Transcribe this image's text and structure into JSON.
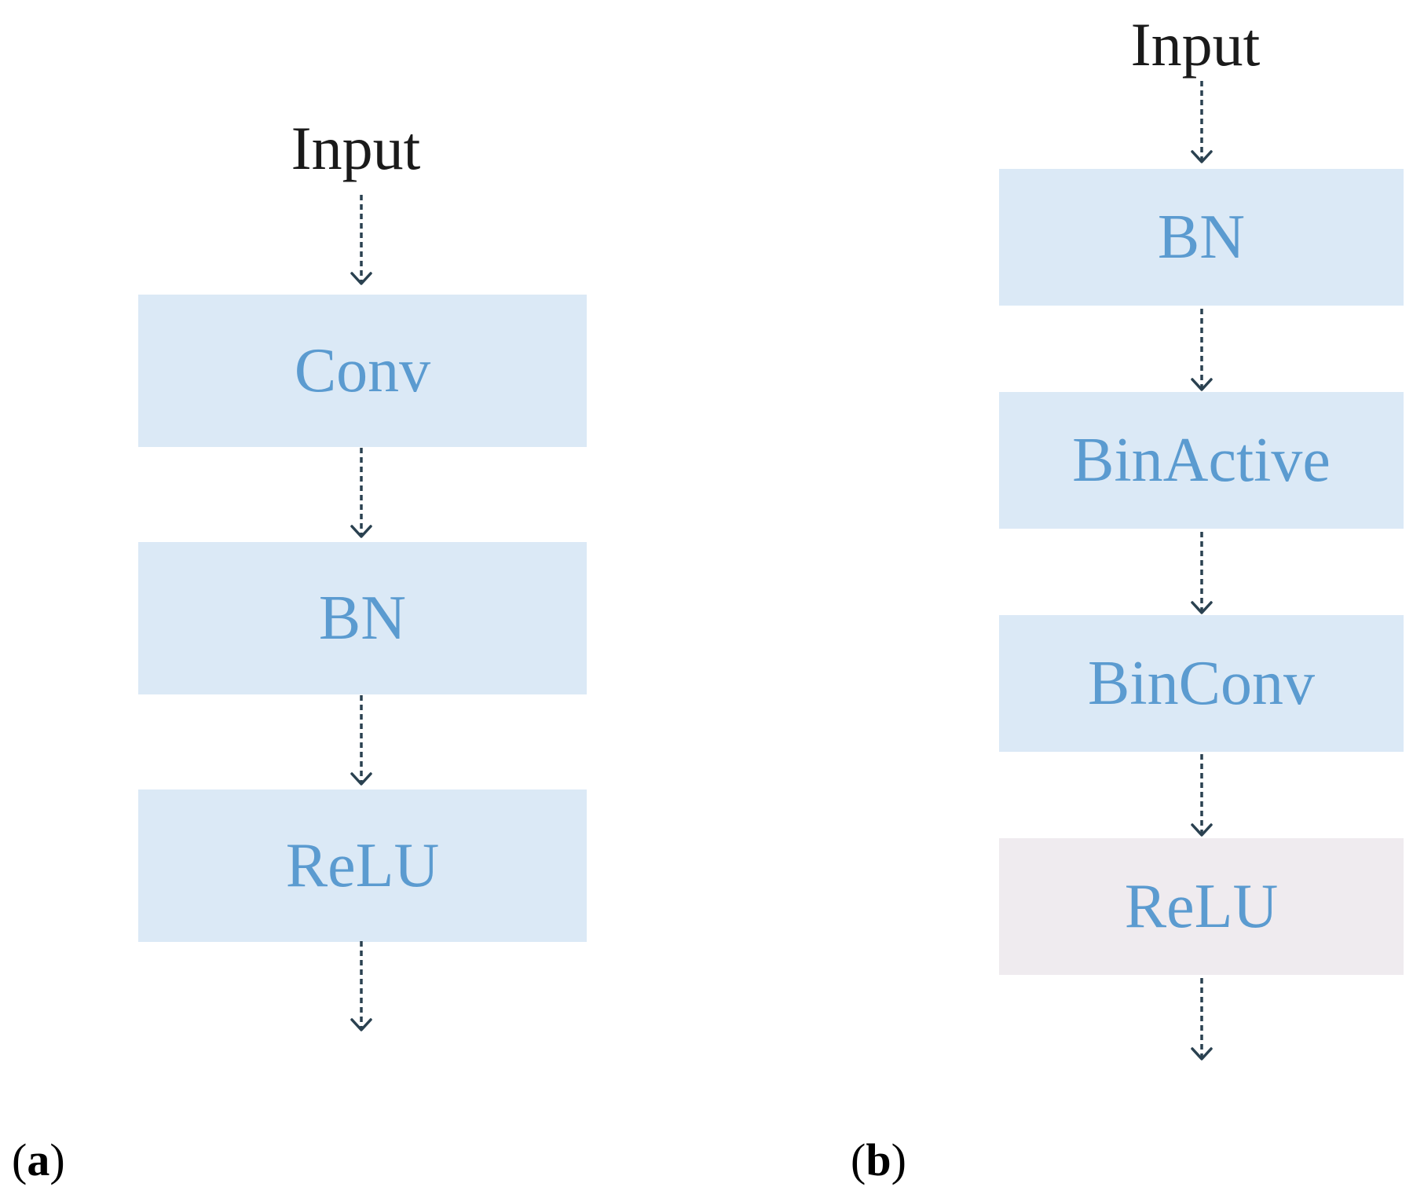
{
  "panel_a": {
    "label_open": "(",
    "label_letter": "a",
    "label_close": ")",
    "input": "Input",
    "blocks": [
      "Conv",
      "BN",
      "ReLU"
    ]
  },
  "panel_b": {
    "label_open": "(",
    "label_letter": "b",
    "label_close": ")",
    "input": "Input",
    "blocks": [
      "BN",
      "BinActive",
      "BinConv",
      "ReLU"
    ]
  },
  "colors": {
    "block_fill": "#dbe9f6",
    "block_fill_relu_b": "#efebef",
    "block_text": "#5b9bd0",
    "arrow": "#2a4150",
    "input_text": "#1a1a1a"
  }
}
